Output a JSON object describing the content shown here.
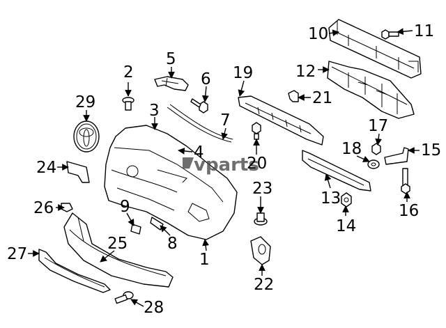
{
  "diagram": {
    "watermark": "vparts",
    "colors": {
      "line": "#000000",
      "background": "#ffffff",
      "watermark": "#4a4a4a"
    },
    "callouts": [
      {
        "id": "1",
        "label": "1"
      },
      {
        "id": "2",
        "label": "2"
      },
      {
        "id": "3",
        "label": "3"
      },
      {
        "id": "4",
        "label": "4"
      },
      {
        "id": "5",
        "label": "5"
      },
      {
        "id": "6",
        "label": "6"
      },
      {
        "id": "7",
        "label": "7"
      },
      {
        "id": "8",
        "label": "8"
      },
      {
        "id": "9",
        "label": "9"
      },
      {
        "id": "10",
        "label": "10"
      },
      {
        "id": "11",
        "label": "11"
      },
      {
        "id": "12",
        "label": "12"
      },
      {
        "id": "13",
        "label": "13"
      },
      {
        "id": "14",
        "label": "14"
      },
      {
        "id": "15",
        "label": "15"
      },
      {
        "id": "16",
        "label": "16"
      },
      {
        "id": "17",
        "label": "17"
      },
      {
        "id": "18",
        "label": "18"
      },
      {
        "id": "19",
        "label": "19"
      },
      {
        "id": "20",
        "label": "20"
      },
      {
        "id": "21",
        "label": "21"
      },
      {
        "id": "22",
        "label": "22"
      },
      {
        "id": "23",
        "label": "23"
      },
      {
        "id": "24",
        "label": "24"
      },
      {
        "id": "25",
        "label": "25"
      },
      {
        "id": "26",
        "label": "26"
      },
      {
        "id": "27",
        "label": "27"
      },
      {
        "id": "28",
        "label": "28"
      },
      {
        "id": "29",
        "label": "29"
      }
    ]
  }
}
